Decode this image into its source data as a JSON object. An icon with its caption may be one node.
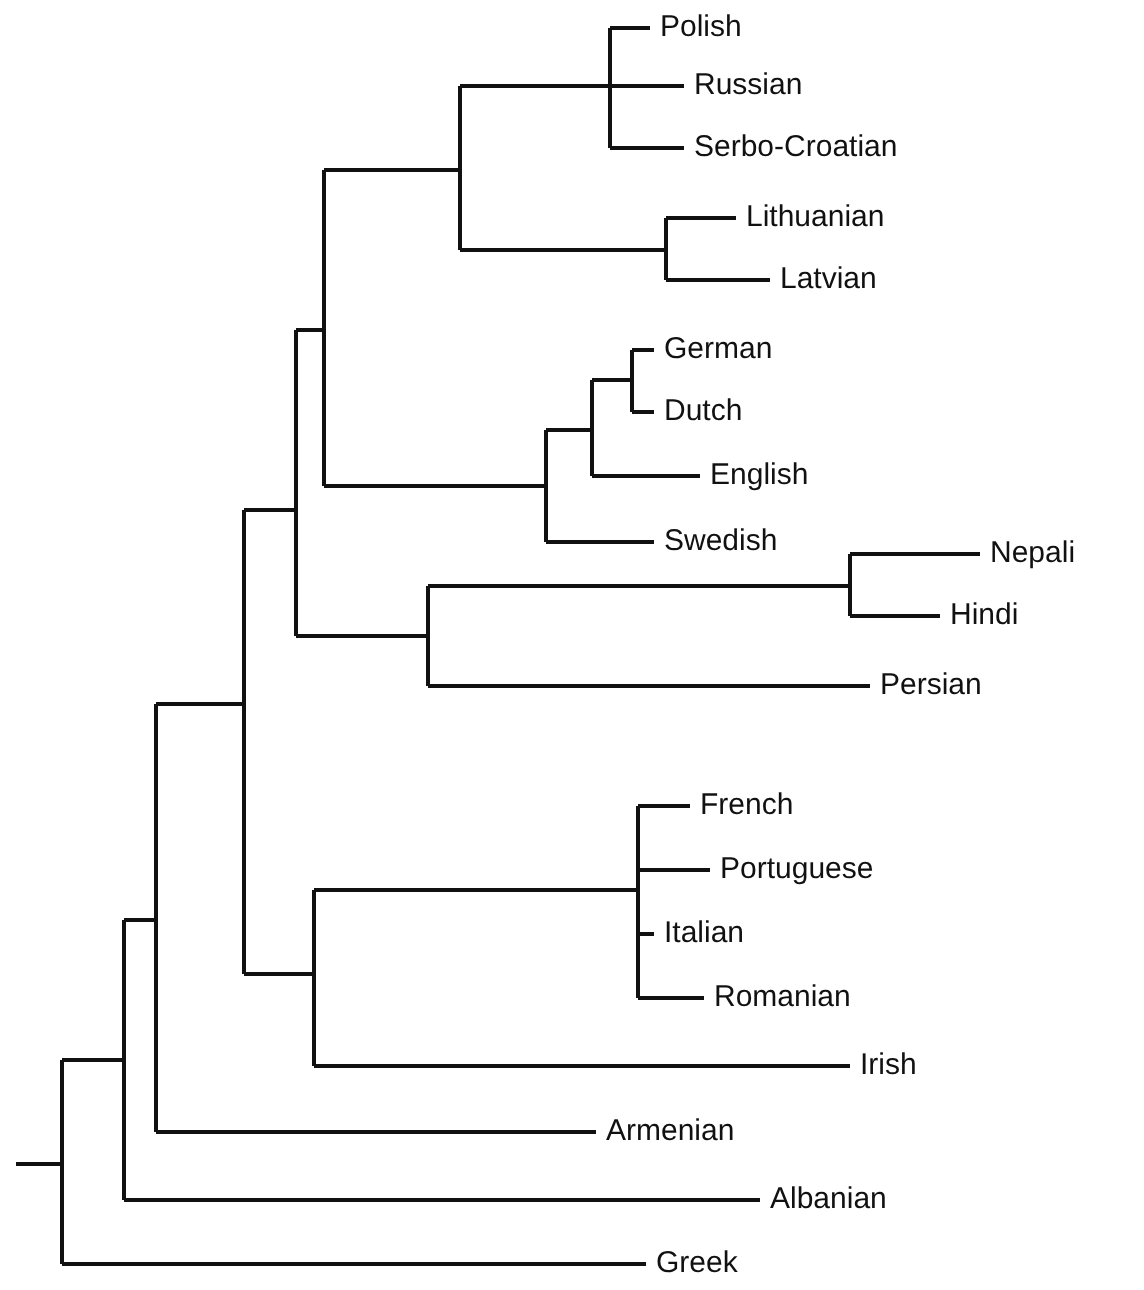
{
  "diagram": {
    "labels": [
      "Polish",
      "Russian",
      "Serbo-Croatian",
      "Lithuanian",
      "Latvian",
      "German",
      "Dutch",
      "English",
      "Swedish",
      "Nepali",
      "Hindi",
      "Persian",
      "French",
      "Portuguese",
      "Italian",
      "Romanian",
      "Irish",
      "Armenian",
      "Albanian",
      "Greek"
    ]
  }
}
